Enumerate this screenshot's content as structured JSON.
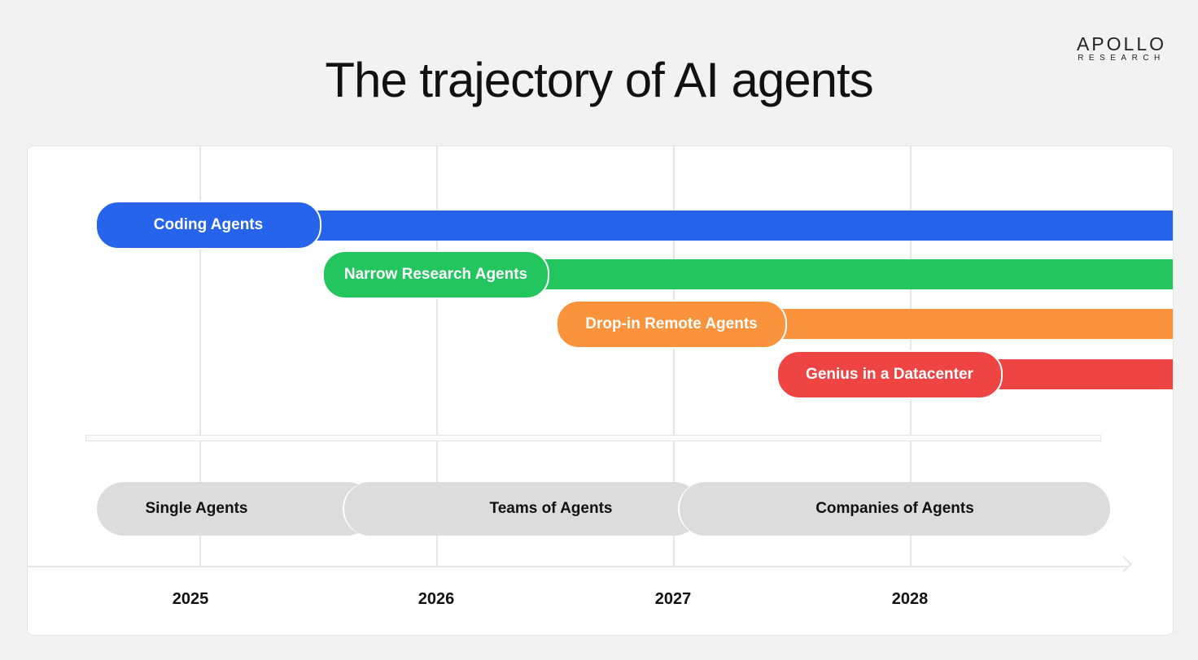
{
  "title": "The trajectory of AI agents",
  "logo": {
    "line1": "APOLLO",
    "line2": "RESEARCH"
  },
  "agents": [
    {
      "label": "Coding Agents",
      "color": "#2563eb"
    },
    {
      "label": "Narrow Research Agents",
      "color": "#22c55e"
    },
    {
      "label": "Drop-in Remote Agents",
      "color": "#fb923c"
    },
    {
      "label": "Genius in a Datacenter",
      "color": "#ef4444"
    }
  ],
  "phases": [
    "Single Agents",
    "Teams of Agents",
    "Companies of Agents"
  ],
  "years": [
    "2025",
    "2026",
    "2027",
    "2028"
  ]
}
